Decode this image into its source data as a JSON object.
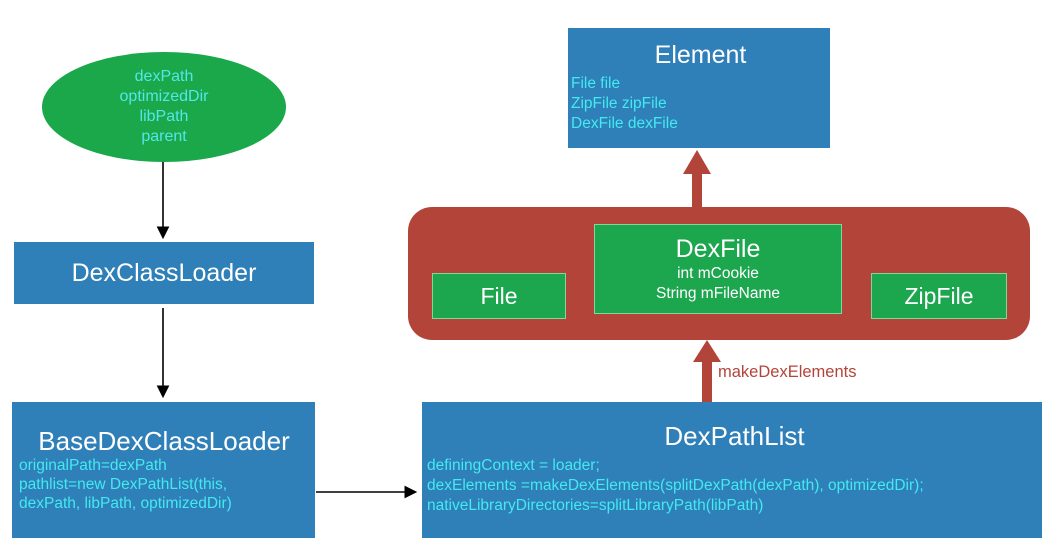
{
  "params": {
    "lines": [
      "dexPath",
      "optimizedDir",
      "libPath",
      "parent"
    ]
  },
  "dex_class_loader": {
    "title": "DexClassLoader"
  },
  "base_dex_class_loader": {
    "title": "BaseDexClassLoader",
    "lines": [
      "originalPath=dexPath",
      "pathlist=new DexPathList(this,",
      "dexPath, libPath, optimizedDir)"
    ]
  },
  "dex_path_list": {
    "title": "DexPathList",
    "lines": [
      "definingContext = loader;",
      "dexElements =makeDexElements(splitDexPath(dexPath), optimizedDir);",
      "nativeLibraryDirectories=splitLibraryPath(libPath)"
    ]
  },
  "element": {
    "title": "Element",
    "lines": [
      "File file",
      "ZipFile zipFile",
      "DexFile dexFile"
    ]
  },
  "element_parts": {
    "file": "File",
    "dexfile_title": "DexFile",
    "dexfile_lines": [
      "int mCookie",
      "String mFileName"
    ],
    "zipfile": "ZipFile"
  },
  "make_dex_elements_label": "makeDexElements",
  "colors": {
    "blue_box": "#2f7fb8",
    "cyan_text": "#43eaf0",
    "green": "#1ca64e",
    "red": "#b3443a"
  }
}
